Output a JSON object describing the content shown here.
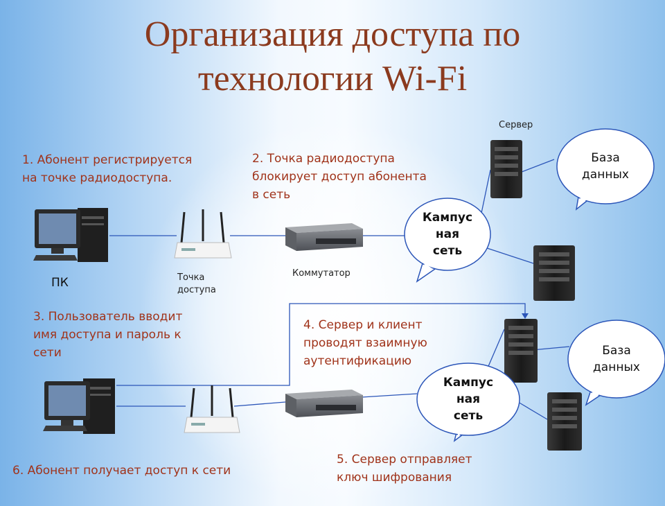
{
  "title": {
    "line1": "Организация доступа по",
    "line2": "технологии Wi-Fi"
  },
  "steps": {
    "s1": [
      "1.  Абонент регистрируется",
      "на точке радиодоступа."
    ],
    "s2": [
      "2. Точка радиодоступа",
      "блокирует доступ абонента",
      "в сеть"
    ],
    "s3": [
      "3. Пользователь вводит",
      "имя доступа и пароль к",
      "сети"
    ],
    "s4": [
      "4. Сервер и клиент",
      "проводят взаимную",
      "аутентификацию"
    ],
    "s5": [
      "5. Сервер отправляет",
      "ключ шифрования"
    ],
    "s6": "6. Абонент получает доступ к сети"
  },
  "labels": {
    "server": "Сервер",
    "pc": "ПК",
    "access_point": [
      "Точка",
      "доступа"
    ],
    "switch": "Коммутатор"
  },
  "bubbles": {
    "database": [
      "База",
      "данных"
    ],
    "campus": [
      "Кампус",
      "ная",
      "сеть"
    ]
  },
  "colors": {
    "title": "#8b3a1e",
    "step_text": "#a0331a",
    "line": "#2b55b8",
    "server": "#1e1e1e"
  }
}
